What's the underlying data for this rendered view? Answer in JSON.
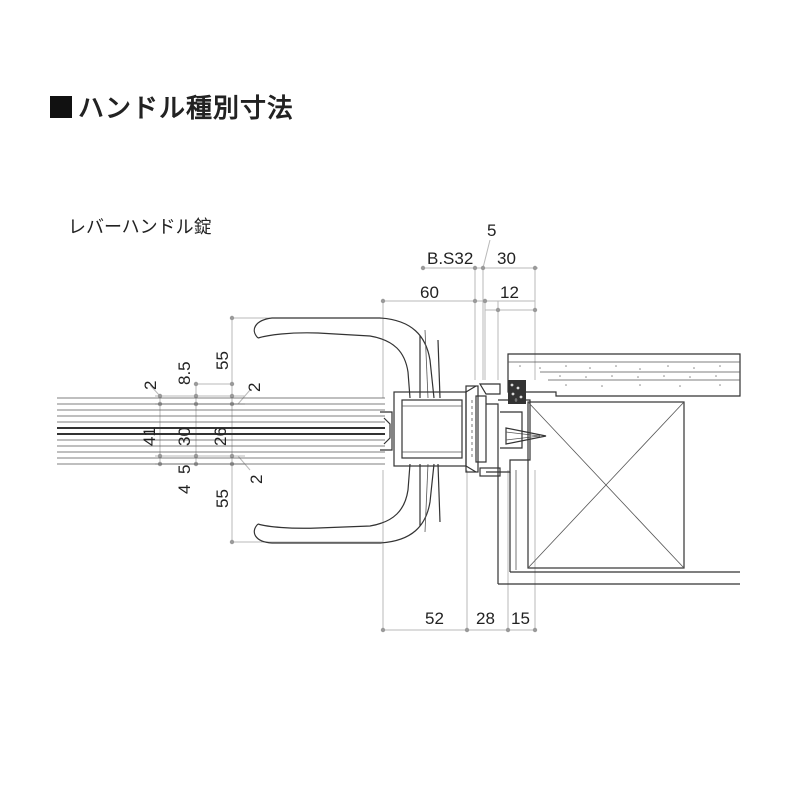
{
  "header": {
    "title": "ハンドル種別寸法",
    "title_marker": "■"
  },
  "section": {
    "label": "レバーハンドル錠"
  },
  "dimensions": {
    "top": {
      "five": "5",
      "bs32": "B.S32",
      "thirty": "30",
      "sixty": "60",
      "twelve": "12"
    },
    "left": {
      "two_top": "2",
      "eight_five": "8.5",
      "fiftyfive_top": "55",
      "two_top_right": "2",
      "fortyone": "41",
      "thirty": "30",
      "twentysix": "26",
      "four": "4",
      "five": "5",
      "two_bottom": "2",
      "fiftyfive_bottom": "55"
    },
    "bottom": {
      "fiftytwo": "52",
      "twentyeight": "28",
      "fifteen": "15"
    }
  }
}
